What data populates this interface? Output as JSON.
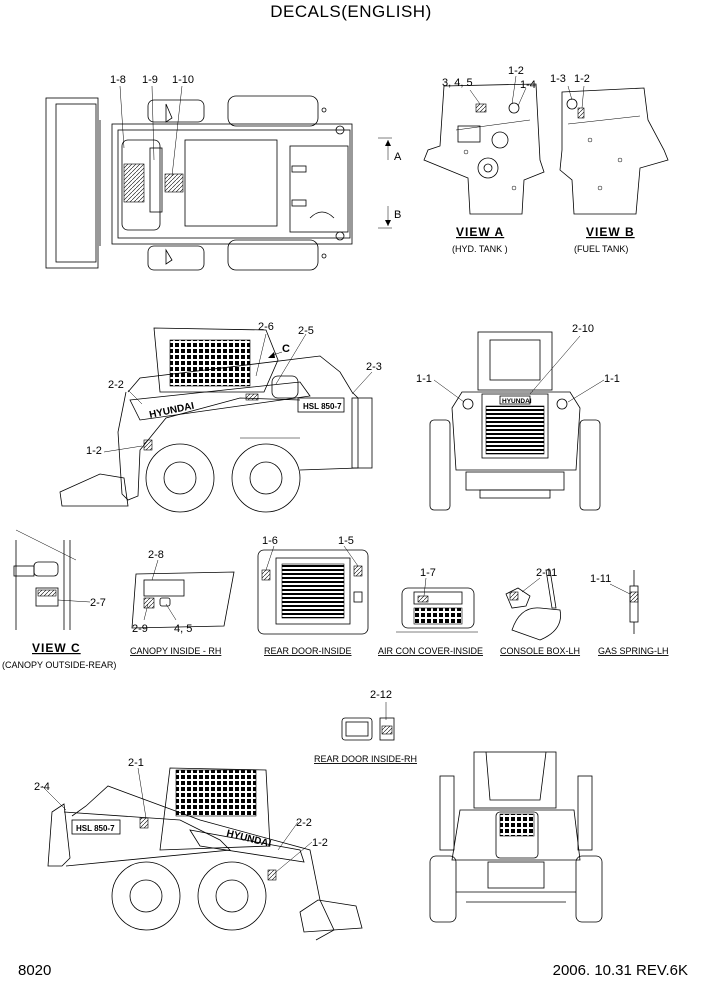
{
  "title": "DECALS(ENGLISH)",
  "footer": {
    "page_number": "8020",
    "date_rev": "2006. 10.31  REV.6K"
  },
  "top_view": {
    "labels": [
      "1-8",
      "1-9",
      "1-10"
    ],
    "view_marks": [
      "A",
      "B"
    ]
  },
  "view_a": {
    "labels": [
      "3, 4, 5",
      "1-2",
      "1-4"
    ],
    "title": "VIEW  A",
    "caption": "(HYD. TANK )"
  },
  "view_b": {
    "labels": [
      "1-3",
      "1-2"
    ],
    "title": "VIEW  B",
    "caption": "(FUEL TANK)"
  },
  "side_rh": {
    "labels": [
      "2-6",
      "2-5",
      "2-3",
      "2-2",
      "1-2"
    ],
    "view_mark": "C",
    "brand": "HYUNDAI",
    "model": "HSL 850-7"
  },
  "rear": {
    "labels": [
      "2-10",
      "1-1",
      "1-1"
    ],
    "brand": "HYUNDAI"
  },
  "view_c": {
    "labels": [
      "2-7"
    ],
    "title": "VIEW  C",
    "caption": "(CANOPY  OUTSIDE-REAR)"
  },
  "canopy_inside": {
    "labels": [
      "2-8",
      "2-9",
      "4, 5"
    ],
    "caption": "CANOPY INSIDE - RH"
  },
  "rear_door_inside": {
    "labels": [
      "1-6",
      "1-5"
    ],
    "caption": "REAR DOOR-INSIDE"
  },
  "aircon_cover": {
    "labels": [
      "1-7"
    ],
    "caption": "AIR CON COVER-INSIDE"
  },
  "console_box": {
    "labels": [
      "2-11"
    ],
    "caption": "CONSOLE BOX-LH"
  },
  "gas_spring": {
    "labels": [
      "1-11"
    ],
    "caption": "GAS SPRING-LH"
  },
  "rear_door_rh": {
    "labels": [
      "2-12"
    ],
    "caption": "REAR DOOR INSIDE-RH"
  },
  "side_lh": {
    "labels": [
      "2-1",
      "2-4",
      "2-2",
      "1-2"
    ],
    "brand": "HYUNDAI",
    "model": "HSL 850-7"
  }
}
